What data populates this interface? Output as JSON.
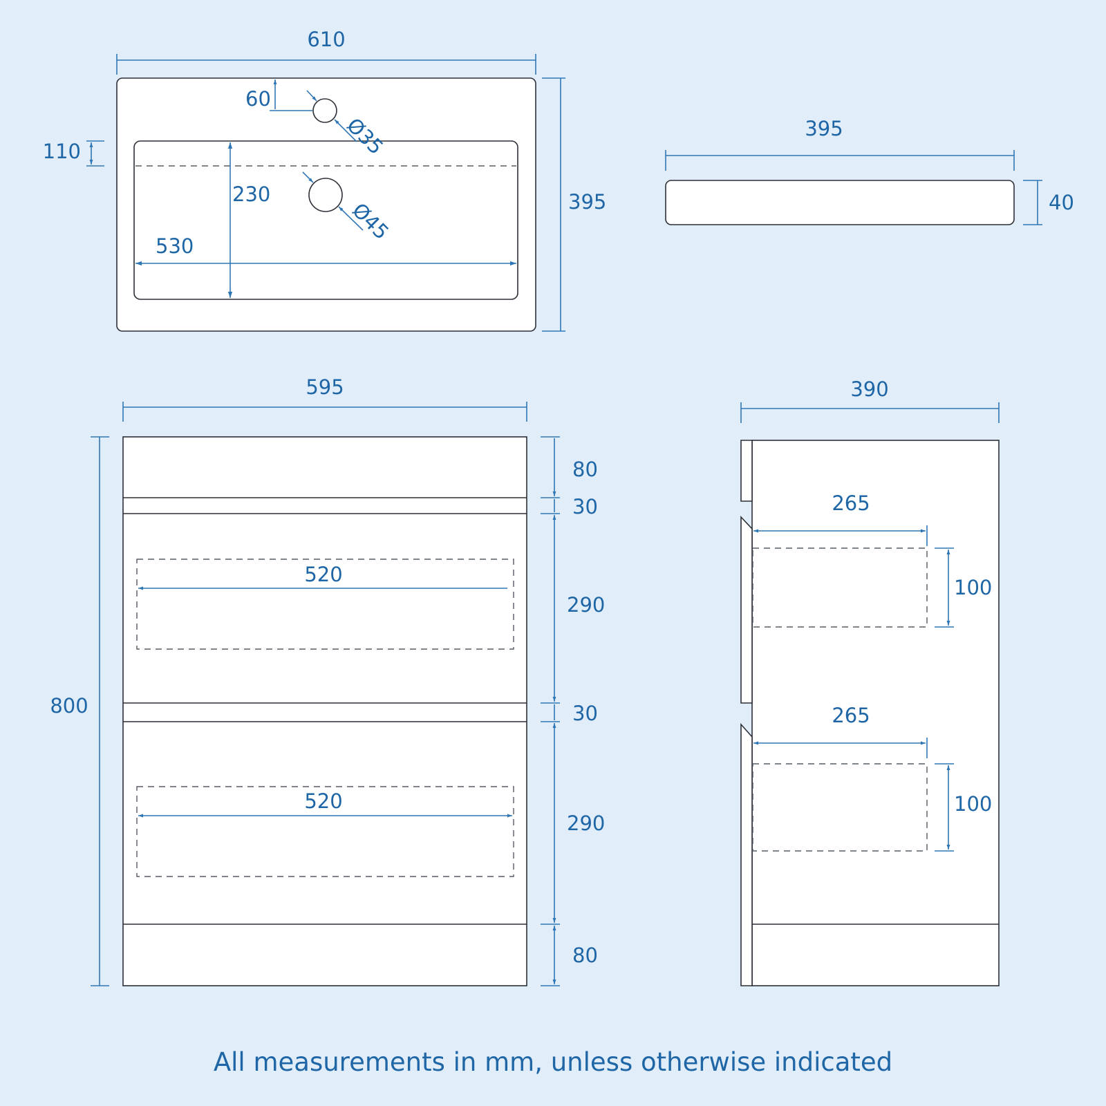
{
  "colors": {
    "background": "#e1edf9",
    "dimension": "#2f76b5",
    "outline": "#2b2f36"
  },
  "basin_top": {
    "overall_width": "610",
    "overall_depth": "395",
    "tap_hole_offset": "60",
    "tap_hole_diameter": "Ø35",
    "waste_hole_diameter": "Ø45",
    "front_edge_depth": "110",
    "bowl_depth": "230",
    "bowl_width": "530"
  },
  "basin_side": {
    "depth": "395",
    "thickness": "40"
  },
  "cabinet_front": {
    "width": "595",
    "height": "800",
    "top_panel": "80",
    "gap_top": "30",
    "drawer_upper": "290",
    "gap_middle": "30",
    "drawer_lower": "290",
    "plinth": "80",
    "drawer_upper_internal_width": "520",
    "drawer_lower_internal_width": "520"
  },
  "cabinet_side": {
    "depth": "390",
    "drawer_upper_internal_depth": "265",
    "drawer_upper_internal_height": "100",
    "drawer_lower_internal_depth": "265",
    "drawer_lower_internal_height": "100"
  },
  "caption": "All measurements in mm, unless otherwise indicated"
}
